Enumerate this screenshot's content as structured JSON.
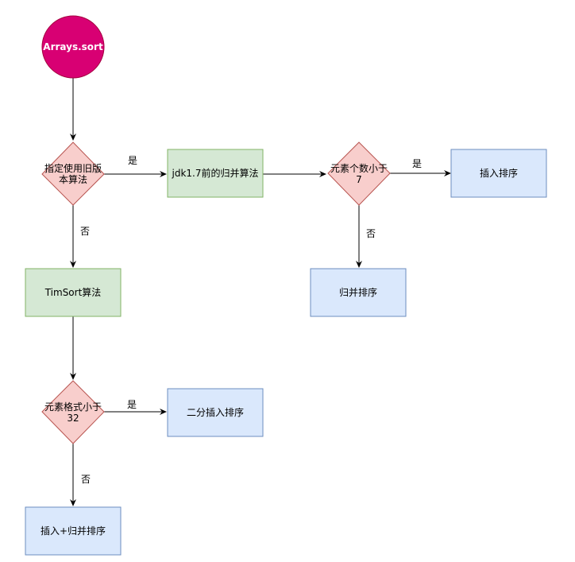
{
  "flow": {
    "start": {
      "label": "Arrays.sort"
    },
    "decision_legacy": {
      "label": "指定使用旧版本算法"
    },
    "node_jdk17": {
      "label": "jdk1.7前的归并算法"
    },
    "decision_size7": {
      "label": "元素个数小于7"
    },
    "node_insert_sort": {
      "label": "插入排序"
    },
    "node_merge_sort": {
      "label": "归并排序"
    },
    "node_timsort": {
      "label": "TimSort算法"
    },
    "decision_size32": {
      "label": "元素格式小于32"
    },
    "node_binary_insert": {
      "label": "二分插入排序"
    },
    "node_insert_merge": {
      "label": "插入+归并排序"
    },
    "edges": {
      "legacy_yes": "是",
      "legacy_no": "否",
      "size7_yes": "是",
      "size7_no": "否",
      "size32_yes": "是",
      "size32_no": "否"
    }
  },
  "colors": {
    "start_fill": "#d80073",
    "start_stroke": "#a50040",
    "diamond_fill": "#f8cecc",
    "diamond_stroke": "#b85450",
    "green_fill": "#d5e8d4",
    "green_stroke": "#82b366",
    "blue_fill": "#dae8fc",
    "blue_stroke": "#6c8ebf"
  }
}
